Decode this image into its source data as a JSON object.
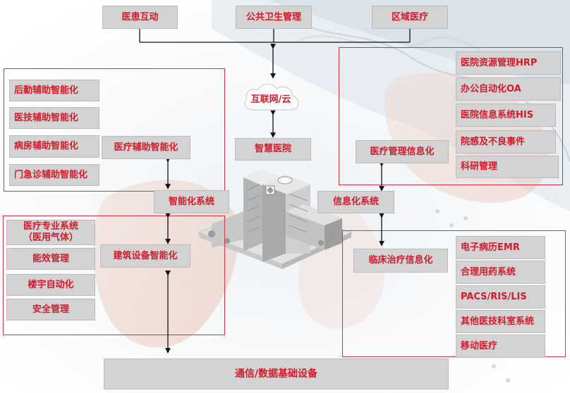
{
  "top_row": [
    "医患互动",
    "公共卫生管理",
    "区域医疗"
  ],
  "cloud": "互联网/云",
  "hospital": "智慧医院",
  "left_group": {
    "items": [
      "后勤辅助智能化",
      "医技辅助智能化",
      "病房辅助智能化",
      "门急诊辅助智能化"
    ],
    "hub": "医疗辅助智能化"
  },
  "intelligent_system": "智能化系统",
  "bottom_left_group": {
    "items": [
      "医疗专业系统\n（医用气体）",
      "能效管理",
      "楼宇自动化",
      "安全管理"
    ],
    "hub": "建筑设备智能化"
  },
  "info_system": "信息化系统",
  "mgmt_group": {
    "hub": "医疗管理信息化",
    "items": [
      "医院资源管理HRP",
      "办公自动化OA",
      "医院信息系统HIS",
      "院感及不良事件",
      "科研管理"
    ]
  },
  "clinical_group": {
    "hub": "临床治疗信息化",
    "items": [
      "电子病历EMR",
      "合理用药系统",
      "PACS/RIS/LIS",
      "其他医技科室系统",
      "移动医疗"
    ]
  },
  "base": "通信/数据基础设备",
  "colors": {
    "accent": "#d8192a",
    "box": "#d3d3d3",
    "frame": "#d9333f"
  }
}
